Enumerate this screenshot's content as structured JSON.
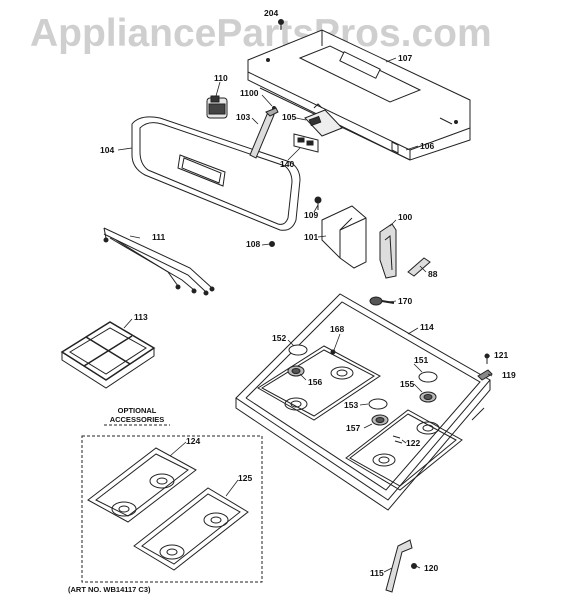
{
  "watermark": "AppliancePartsPros.com",
  "labels": {
    "p204": "204",
    "p107": "107",
    "p110": "110",
    "p1100": "1100",
    "p103": "103",
    "p105": "105",
    "p104": "104",
    "p140": "140",
    "p106": "106",
    "p109": "109",
    "p100": "100",
    "p111": "111",
    "p108": "108",
    "p101": "101",
    "p88": "88",
    "p170": "170",
    "p113": "113",
    "p114": "114",
    "p168": "168",
    "p152": "152",
    "p151": "151",
    "p121": "121",
    "p156": "156",
    "p119": "119",
    "p155": "155",
    "p153": "153",
    "p157": "157",
    "p122": "122",
    "p124": "124",
    "p125": "125",
    "p115": "115",
    "p120": "120"
  },
  "optional_line1": "OPTIONAL",
  "optional_line2": "ACCESSORIES",
  "art_no": "(ART NO. WB14117 C3)"
}
